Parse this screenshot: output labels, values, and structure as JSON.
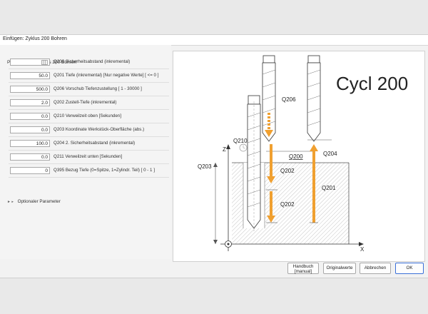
{
  "dialog": {
    "title": "Einfügen: Zyklus 200 Bohren",
    "param_header": "Parameter für 'Zyklus 200 Bohren'"
  },
  "params": [
    {
      "value": "",
      "label": "Q200 Sicherheitsabstand (inkremental)"
    },
    {
      "value": "50.0",
      "label": "Q201 Tiefe (inkremental) [Nur negative Werte]  [ <= 0 ]"
    },
    {
      "value": "500.0",
      "label": "Q206 Vorschub Tiefenzustellung  [ 1 - 30000 ]"
    },
    {
      "value": "2.0",
      "label": "Q202 Zustell-Tiefe (inkremental)"
    },
    {
      "value": "0.0",
      "label": "Q210 Verweilzeit oben [Sekunden]"
    },
    {
      "value": "0.0",
      "label": "Q203 Koordinate Werkstück-Oberfläche (abs.)"
    },
    {
      "value": "100.0",
      "label": "Q204 2. Sicherheitsabstand (inkremental)"
    },
    {
      "value": "0.0",
      "label": "Q211 Verweilzeit unten [Sekunden]"
    },
    {
      "value": "0",
      "label": "Q395 Bezug Tiefe (0=Spitze, 1=Zylindr. Teil)  [ 0 - 1 ]"
    }
  ],
  "optional_params": "Optionaler Parameter",
  "diagram": {
    "title": "Cycl 200",
    "labels": {
      "q206": "Q206",
      "q210": "Q210",
      "q200": "Q200",
      "q204": "Q204",
      "q203": "Q203",
      "q202a": "Q202",
      "q201": "Q201",
      "q202b": "Q202",
      "z": "Z",
      "x": "X"
    }
  },
  "buttons": {
    "manual_line1": "Handbuch",
    "manual_line2": "[manual]",
    "defaults": "Originalwerte",
    "cancel": "Abbrechen",
    "ok": "OK"
  },
  "colors": {
    "arrow_orange": "#f0a030",
    "hatch": "#bdbdbd",
    "ok_border": "#3a6fd8"
  },
  "icons": {
    "field_calc": "calculator-icon",
    "clock": "clock-icon",
    "origin": "origin-icon"
  }
}
